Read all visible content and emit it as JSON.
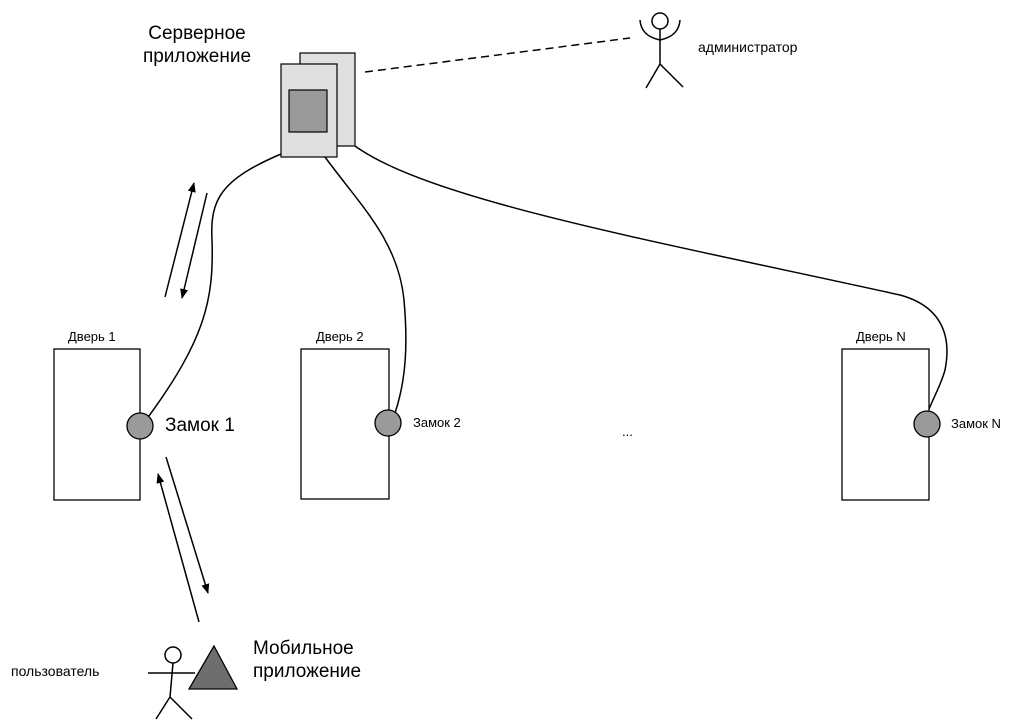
{
  "server": {
    "label_line1": "Серверное",
    "label_line2": "приложение"
  },
  "admin": {
    "label": "администратор"
  },
  "doors": [
    {
      "door_label": "Дверь 1",
      "lock_label": "Замок 1"
    },
    {
      "door_label": "Дверь 2",
      "lock_label": "Замок 2"
    },
    {
      "door_label": "Дверь N",
      "lock_label": "Замок N"
    }
  ],
  "ellipsis": "...",
  "user": {
    "label": "пользователь"
  },
  "mobile_app": {
    "label_line1": "Мобильное",
    "label_line2": "приложение"
  },
  "colors": {
    "lock_fill": "#9a9a9a",
    "server_panel": "#e0e0e0",
    "server_screen": "#9a9a9a",
    "mobile_triangle": "#6e6e6e",
    "line": "#000000"
  }
}
